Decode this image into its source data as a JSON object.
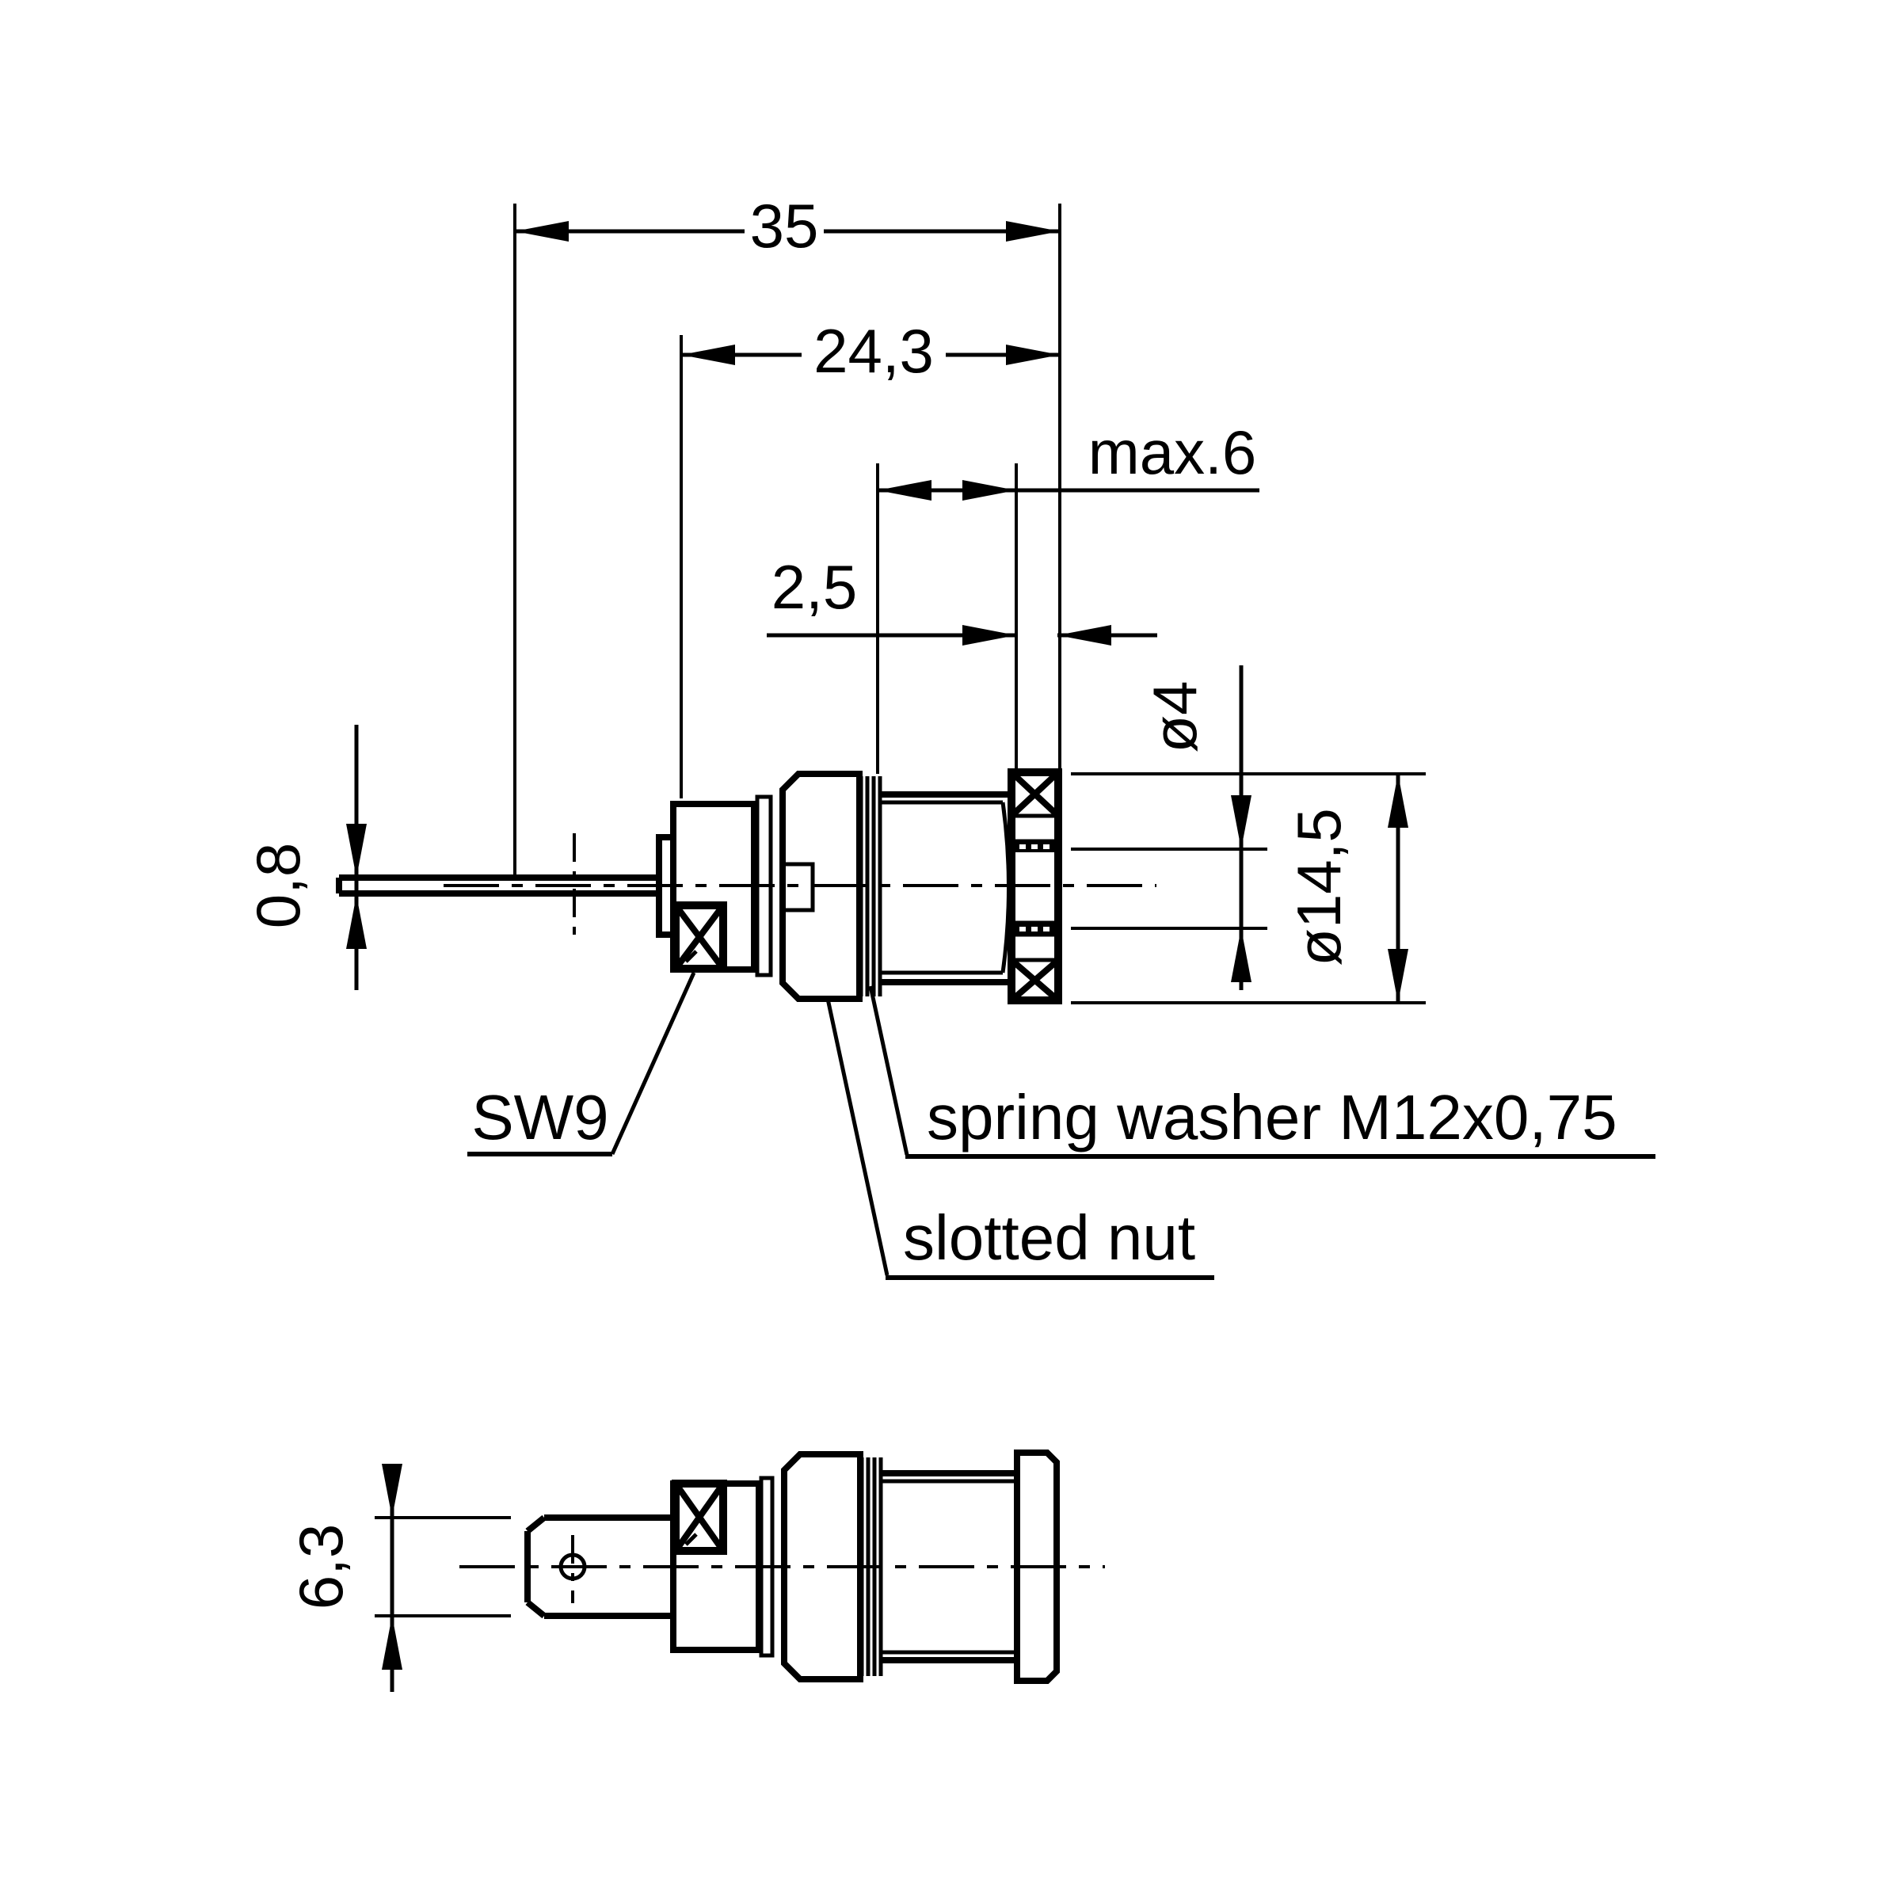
{
  "drawing": {
    "background_color": "#ffffff",
    "line_color": "#000000",
    "dims": {
      "overall_length": "35",
      "body_length": "24,3",
      "panel_thickness_max": "max.6",
      "flange_thickness": "2,5",
      "socket_bore_diameter": "ø4",
      "body_diameter": "ø14,5",
      "tab_thickness": "0,8",
      "tab_width": "6,3"
    },
    "labels": {
      "hex_size": "SW9",
      "spring_washer": "spring washer M12x0,75",
      "slotted_nut": "slotted nut"
    }
  }
}
